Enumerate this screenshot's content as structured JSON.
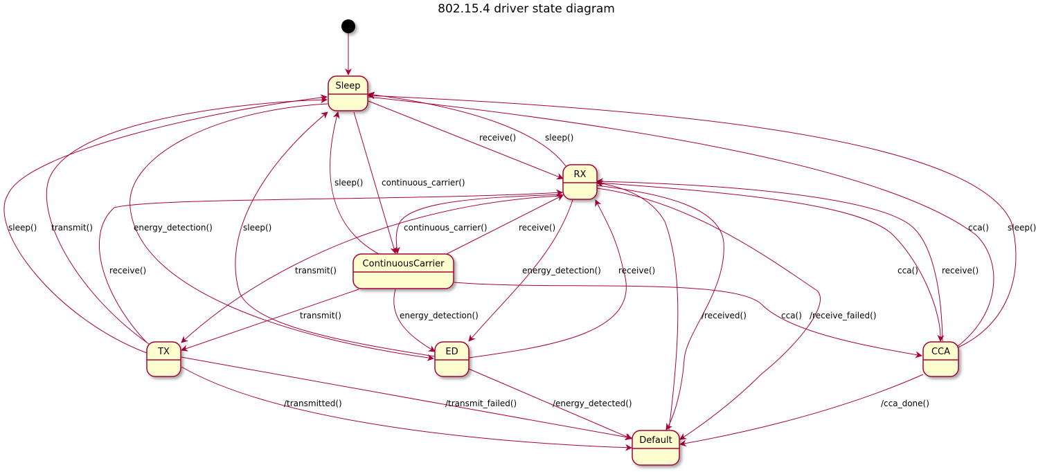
{
  "title": "802.15.4 driver state diagram",
  "colors": {
    "stroke": "#A80036",
    "fill": "#FEFECE",
    "initial": "#000000"
  },
  "states": {
    "sleep": "Sleep",
    "rx": "RX",
    "continuous_carrier": "ContinuousCarrier",
    "tx": "TX",
    "ed": "ED",
    "cca": "CCA",
    "default": "Default"
  },
  "transitions": {
    "sleep_to_tx": "sleep()",
    "tx_to_sleep": "transmit()",
    "ed_to_sleep": "energy_detection()",
    "sleep_to_ed": "sleep()",
    "cc_to_sleep": "sleep()",
    "sleep_to_cc": "continuous_carrier()",
    "sleep_to_rx": "receive()",
    "rx_to_sleep": "sleep()",
    "sleep_to_cca": "cca()",
    "cca_to_sleep": "sleep()",
    "tx_to_rx": "receive()",
    "rx_to_cc": "continuous_carrier()",
    "cc_to_rx": "receive()",
    "rx_to_tx": "transmit()",
    "cc_to_tx": "transmit()",
    "cc_to_ed": "energy_detection()",
    "rx_to_ed": "energy_detection()",
    "ed_to_rx": "receive()",
    "rx_to_default": "/received()",
    "cc_to_cca": "cca()",
    "rx_to_default_failed": "/receive_failed()",
    "rx_to_cca": "cca()",
    "cca_to_rx": "receive()",
    "tx_to_default": "/transmitted()",
    "tx_to_default_failed": "/transmit_failed()",
    "ed_to_default": "/energy_detected()",
    "cca_to_default": "/cca_done()"
  }
}
